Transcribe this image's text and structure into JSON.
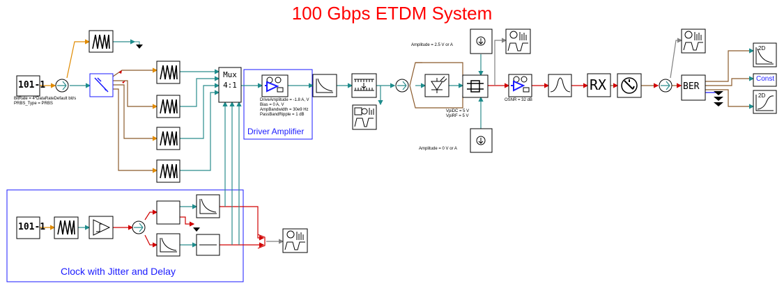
{
  "title": "100 Gbps ETDM System",
  "groups": {
    "driver_amplifier": "Driver Amplifier",
    "clock": "Clock with Jitter and Delay"
  },
  "blocks": {
    "prbs_source": "101-1",
    "clock_source": "101-1",
    "mux_line1": "Mux",
    "mux_line2": "4:1",
    "rx": "RX",
    "ber": "BER",
    "const": "Const",
    "plot_2d_a": "2D",
    "plot_2d_b": "2D"
  },
  "params": {
    "prbs_line1": "BitRate = 4*DataRateDefault bit/s",
    "prbs_line2": "PRBS_Type = PRBS",
    "driver_line1": "DriveAmplitude = -1.8 A, V",
    "driver_line2": "Bias = 0 A, V",
    "driver_line3": "AmpBandwidth = 30e9 Hz",
    "driver_line4": "PassBandRipple = 1 dB",
    "amp_top": "Amplitude = 2.5 V or A",
    "amp_bottom": "Amplitude = 0 V or A",
    "vpi_dc": "VpiDC = 5 V",
    "vpi_rf": "VpiRF = 5 V",
    "osnr": "OSNR = 32 dB"
  },
  "colors": {
    "title": "#ff0000",
    "group_border": "#1a1aff",
    "wire_brown": "#8b5a2b",
    "wire_teal": "#2a8c8c",
    "wire_orange": "#e08a00",
    "wire_gray": "#808080",
    "arrow_red": "#d00000"
  }
}
